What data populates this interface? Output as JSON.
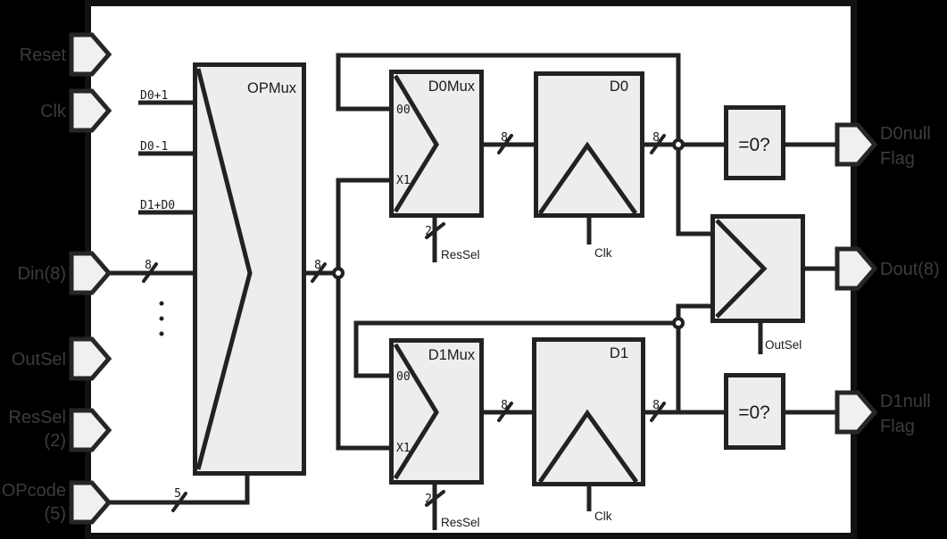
{
  "colors": {
    "outer_background": "#000000",
    "canvas": "#ffffff",
    "canvas_border": "#111111",
    "block_fill": "#ededed",
    "port_fill": "#f0f0f0",
    "line": "#222222",
    "port_text": "#3c3c3c",
    "inner_text": "#1a1a1a"
  },
  "ports": {
    "inputs": [
      {
        "label": "Reset"
      },
      {
        "label": "Clk"
      },
      {
        "label": "Din(8)"
      },
      {
        "label": "OutSel"
      },
      {
        "label": "ResSel",
        "sublabel": "(2)"
      },
      {
        "label": "OPcode",
        "sublabel": "(5)"
      }
    ],
    "outputs": [
      {
        "label": "D0null",
        "sublabel": "Flag"
      },
      {
        "label": "Dout(8)"
      },
      {
        "label": "D1null",
        "sublabel": "Flag"
      }
    ]
  },
  "blocks": {
    "opmux": {
      "title": "OPMux",
      "input_labels": [
        "D0+1",
        "D0-1",
        "D1+D0"
      ]
    },
    "d0mux": {
      "title": "D0Mux",
      "in_top": "00",
      "in_bottom": "X1",
      "sel_width": "2",
      "sel_label": "ResSel"
    },
    "d0reg": {
      "title": "D0",
      "clk_label": "Clk"
    },
    "d1mux": {
      "title": "D1Mux",
      "in_top": "00",
      "in_bottom": "X1",
      "sel_width": "2",
      "sel_label": "ResSel"
    },
    "d1reg": {
      "title": "D1",
      "clk_label": "Clk"
    },
    "outmux": {
      "sel_label": "OutSel"
    },
    "cmp_top": {
      "label": "=0?"
    },
    "cmp_bottom": {
      "label": "=0?"
    }
  },
  "bus": {
    "din": "8",
    "opcode": "5",
    "opmux_out": "8",
    "d0mux_out": "8",
    "d0_out": "8",
    "d1mux_out": "8",
    "d1_out": "8"
  }
}
